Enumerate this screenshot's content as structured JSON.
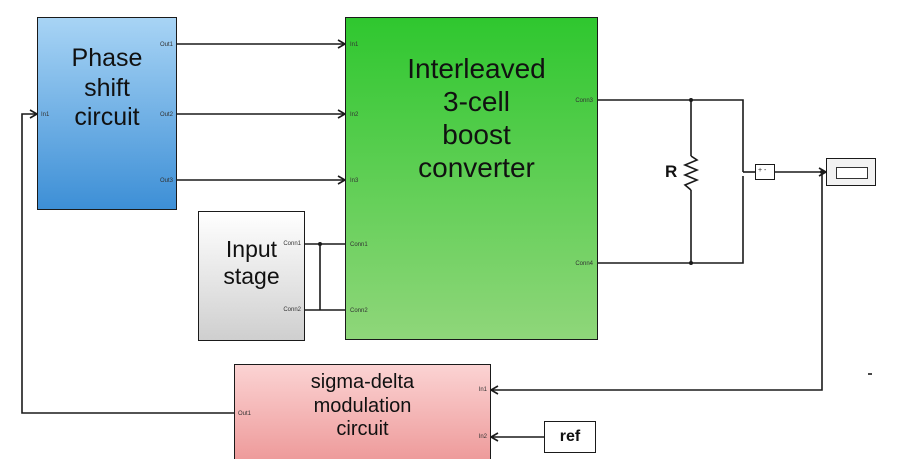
{
  "blocks": {
    "phase_shift": {
      "title_lines": [
        "Phase",
        "shift",
        "circuit"
      ],
      "in_port": "In1",
      "out_ports": [
        "Out1",
        "Out2",
        "Out3"
      ],
      "color_top": "#a8d4f5",
      "color_bottom": "#3d8fd6"
    },
    "converter": {
      "title_lines": [
        "Interleaved",
        "3-cell",
        "boost",
        "converter"
      ],
      "in_ports": [
        "In1",
        "In2",
        "In3"
      ],
      "conn_left": [
        "Conn1",
        "Conn2"
      ],
      "conn_right": [
        "Conn3",
        "Conn4"
      ],
      "color_top": "#2fc72f",
      "color_bottom": "#8fd67a"
    },
    "input_stage": {
      "title_lines": [
        "Input",
        "stage"
      ],
      "conn_ports": [
        "Conn1",
        "Conn2"
      ],
      "color_top": "#ffffff",
      "color_bottom": "#cfcfcf"
    },
    "sigma_delta": {
      "title_lines": [
        "sigma-delta",
        "modulation",
        "circuit"
      ],
      "in_ports": [
        "In1",
        "In2"
      ],
      "out_port": "Out1",
      "color_top": "#fbd3d3",
      "color_bottom": "#ee9b9b"
    },
    "resistor": {
      "label": "R"
    },
    "sensor": {
      "label": "+ -"
    },
    "ref": {
      "label": "ref"
    }
  }
}
